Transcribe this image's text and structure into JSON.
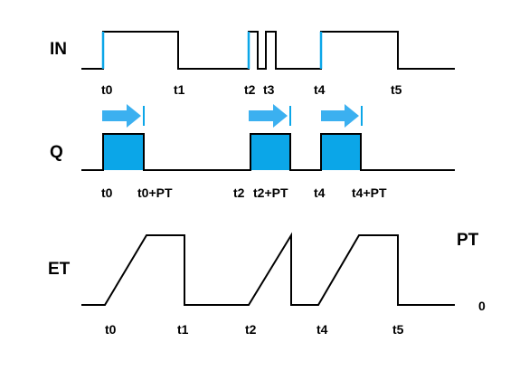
{
  "signals": {
    "in_label": "IN",
    "q_label": "Q",
    "et_label": "ET"
  },
  "levels": {
    "pt_label": "PT",
    "zero_label": "0"
  },
  "in_times": [
    "t0",
    "t1",
    "t2",
    "t3",
    "t4",
    "t5"
  ],
  "q_times": [
    "t0",
    "t0+PT",
    "t2",
    "t2+PT",
    "t4",
    "t4+PT"
  ],
  "et_times": [
    "t0",
    "t1",
    "t2",
    "t4",
    "t5"
  ],
  "colors": {
    "line": "#000000",
    "accent": "#0ba6e8",
    "arrow": "#3bb0f0"
  }
}
